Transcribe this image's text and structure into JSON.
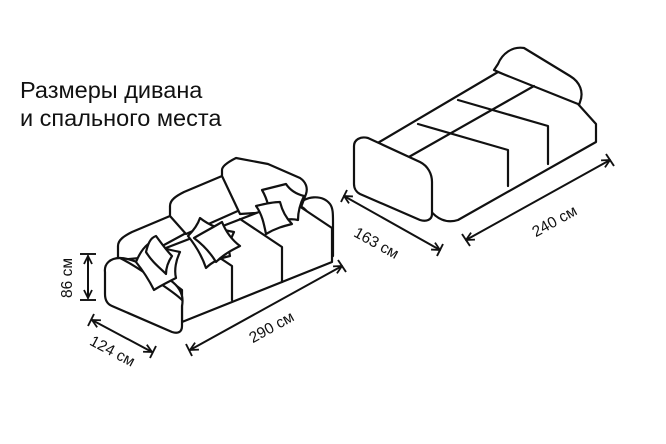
{
  "title": {
    "line1": "Размеры дивана",
    "line2": "и спального места"
  },
  "dimensions": {
    "sofa_depth": "124 см",
    "sofa_height": "86 см",
    "sofa_width": "290 см",
    "bed_width": "163 см",
    "bed_length": "240 см"
  },
  "colors": {
    "line": "#111111",
    "background": "#ffffff"
  }
}
